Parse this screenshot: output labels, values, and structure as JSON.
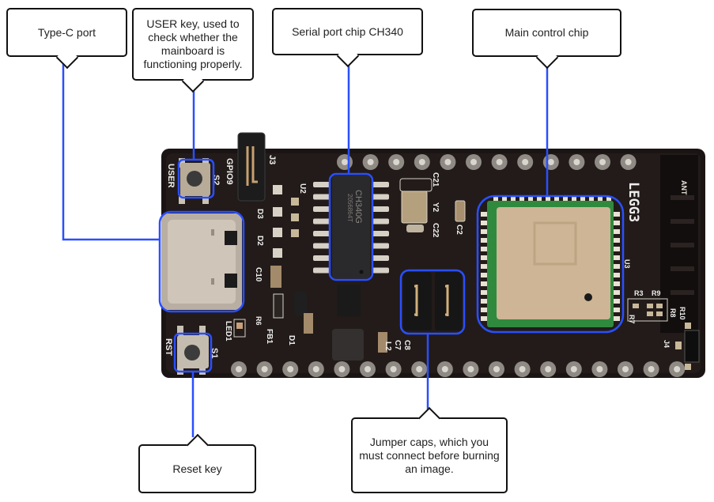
{
  "diagram": {
    "subject": "ESP32-C3 style development board (top view)",
    "leader_color": "#2a4fff",
    "highlight_color": "#2a4fff",
    "callouts": [
      {
        "id": "type-c-port",
        "text": "Type-C port"
      },
      {
        "id": "user-key",
        "text": "USER key, used to check whether the mainboard is functioning properly."
      },
      {
        "id": "serial-chip",
        "text": "Serial port chip CH340"
      },
      {
        "id": "main-chip",
        "text": "Main control chip"
      },
      {
        "id": "reset-key",
        "text": "Reset key"
      },
      {
        "id": "jumper-caps",
        "text": "Jumper caps, which you must connect before burning an image."
      }
    ],
    "silkscreen": {
      "user": "USER",
      "s2": "S2",
      "gpio9": "GPIO9",
      "j3": "J3",
      "u2": "U2",
      "rst": "RST",
      "s1": "S1",
      "led1": "LED1",
      "r6": "R6",
      "fb1": "FB1",
      "d1": "D1",
      "d2": "D2",
      "d3": "D3",
      "c10": "C10",
      "c21": "C21",
      "y2": "Y2",
      "c22": "C22",
      "c2": "C2",
      "u3": "U3",
      "ant": "ANT",
      "r3": "R3",
      "r9": "R9",
      "r8": "R8",
      "r7": "R7",
      "r10": "R10",
      "j4": "J4",
      "c7": "C7",
      "c8": "C8",
      "l2": "L2",
      "brand": "LEGG3",
      "ch340_marking": "CH340G",
      "ch340_code": "2056864T"
    }
  }
}
